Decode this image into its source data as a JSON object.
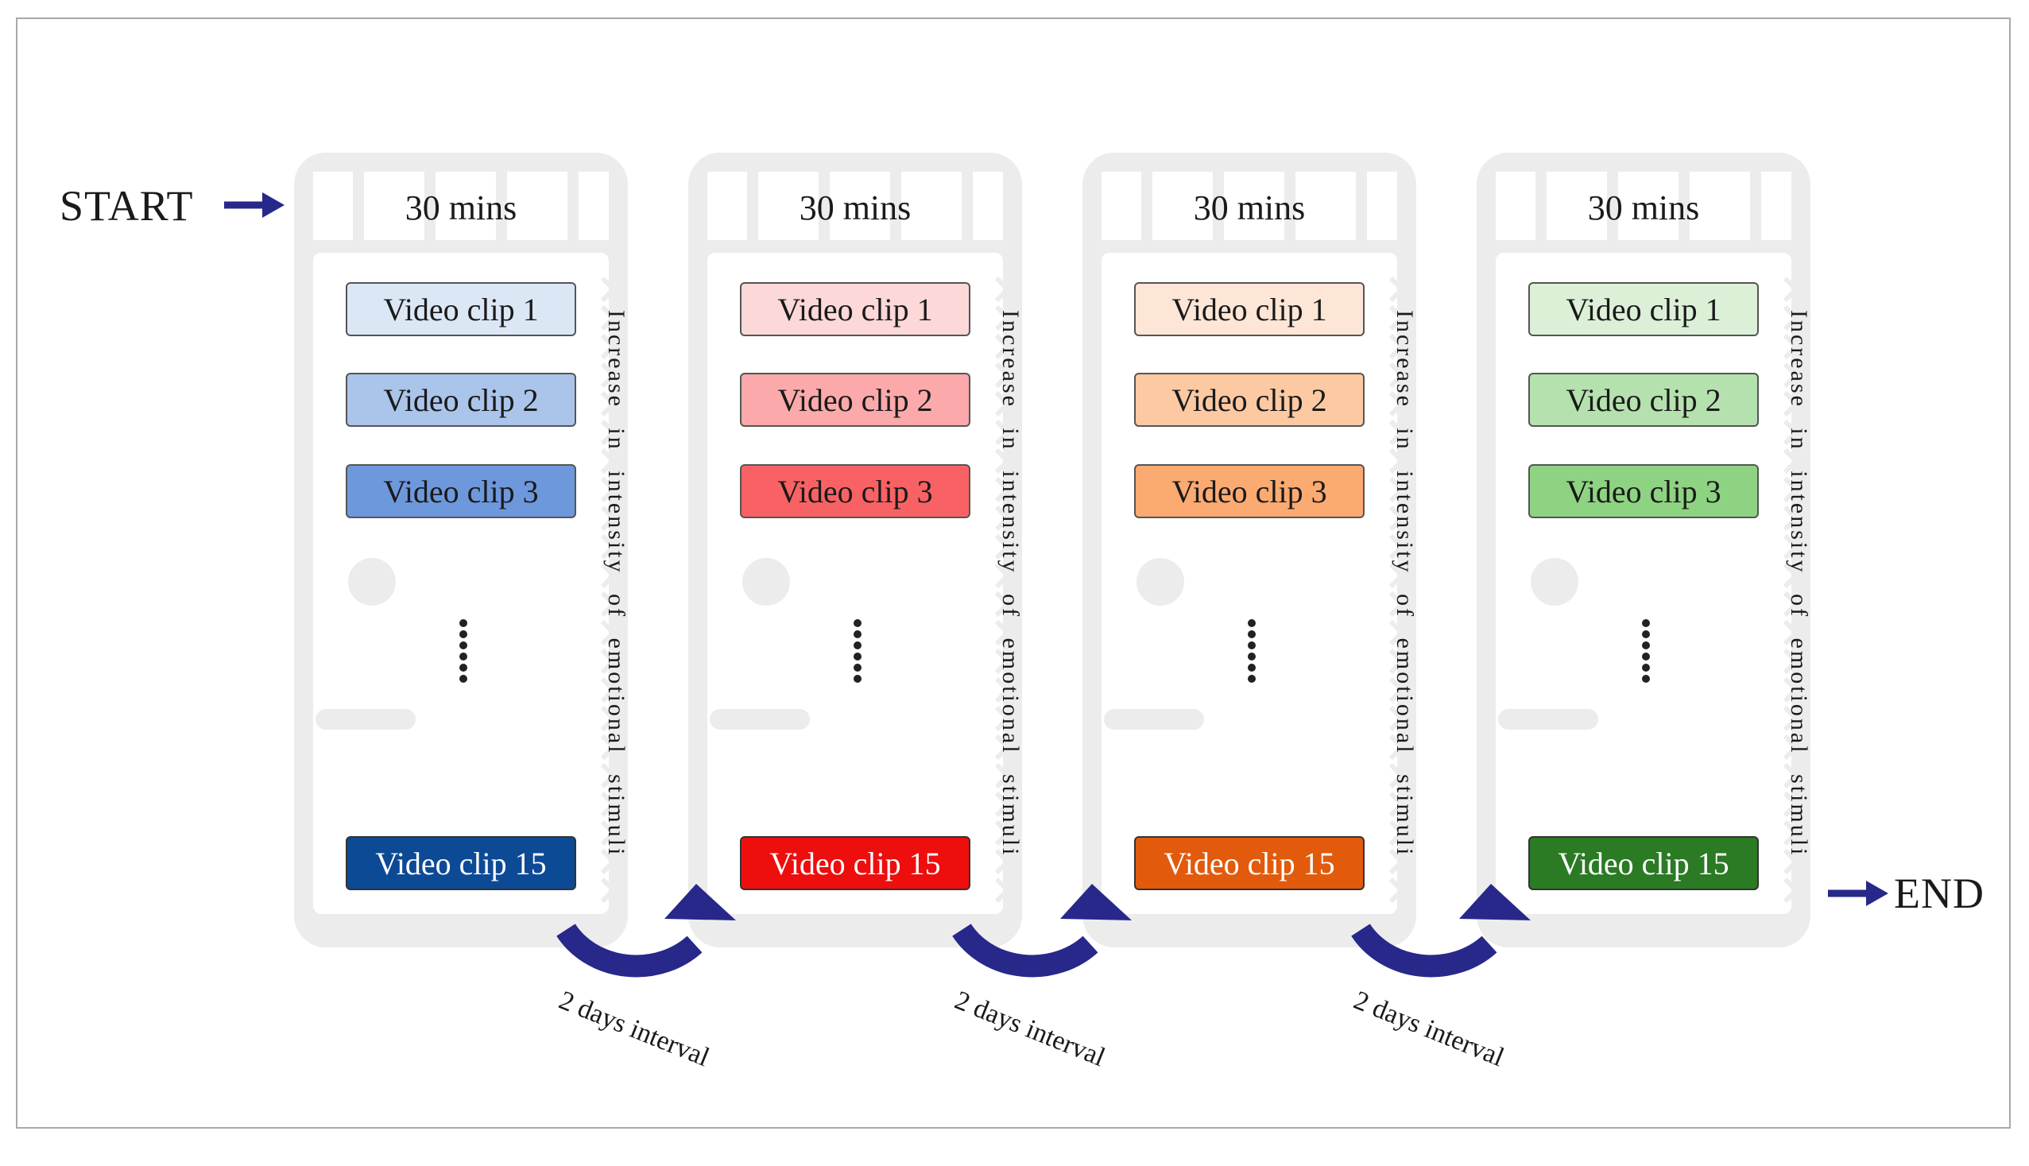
{
  "labels": {
    "start": "START",
    "end": "END"
  },
  "sessions": [
    {
      "duration": "30 mins",
      "clips": [
        "Video clip 1",
        "Video clip 2",
        "Video clip 3",
        "Video clip 15"
      ],
      "side_text": "Increase in intensity of emotional stimuli",
      "colors": [
        "#dce7f6",
        "#aac4ea",
        "#6e98dc",
        "#0d4a96"
      ]
    },
    {
      "duration": "30 mins",
      "clips": [
        "Video clip 1",
        "Video clip 2",
        "Video clip 3",
        "Video clip 15"
      ],
      "side_text": "Increase in intensity of emotional stimuli",
      "colors": [
        "#fdd8d8",
        "#fba9aa",
        "#f96264",
        "#ee0e0e"
      ]
    },
    {
      "duration": "30 mins",
      "clips": [
        "Video clip 1",
        "Video clip 2",
        "Video clip 3",
        "Video clip 15"
      ],
      "side_text": "Increase in intensity of emotional stimuli",
      "colors": [
        "#fde6d6",
        "#fcc9a3",
        "#fbaa72",
        "#e25a0c"
      ]
    },
    {
      "duration": "30 mins",
      "clips": [
        "Video clip 1",
        "Video clip 2",
        "Video clip 3",
        "Video clip 15"
      ],
      "side_text": "Increase in intensity of emotional stimuli",
      "colors": [
        "#dcf0d8",
        "#b5e1ae",
        "#8ed382",
        "#2b7a24"
      ]
    }
  ],
  "intervals": [
    "2 days interval",
    "2 days interval",
    "2 days interval"
  ],
  "colors": {
    "arrow": "#27288a",
    "phone_bg": "#ececec",
    "frame_border": "#a9a9a9"
  }
}
